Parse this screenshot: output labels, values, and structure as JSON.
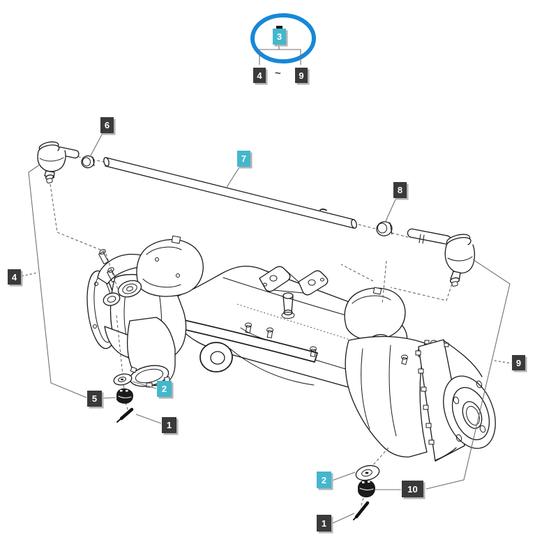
{
  "colors": {
    "bg": "#ffffff",
    "line": "#1a1a1a",
    "leader": "#707070",
    "dark": "#3a3a3a",
    "teal": "#44b7cd",
    "blue": "#1688d8",
    "labelText": "#ffffff",
    "shadow": "#b3b3b3"
  },
  "legend": {
    "circled": "3",
    "from": "4",
    "separator": "~",
    "to": "9"
  },
  "callouts": [
    {
      "label": "6",
      "variant": "dark"
    },
    {
      "label": "7",
      "variant": "teal"
    },
    {
      "label": "8",
      "variant": "dark"
    },
    {
      "label": "4",
      "variant": "dark"
    },
    {
      "label": "9",
      "variant": "dark"
    },
    {
      "label": "5",
      "variant": "dark"
    },
    {
      "label": "2",
      "variant": "teal"
    },
    {
      "label": "1",
      "variant": "dark"
    },
    {
      "label": "2",
      "variant": "teal"
    },
    {
      "label": "10",
      "variant": "dark"
    },
    {
      "label": "1",
      "variant": "dark"
    }
  ]
}
